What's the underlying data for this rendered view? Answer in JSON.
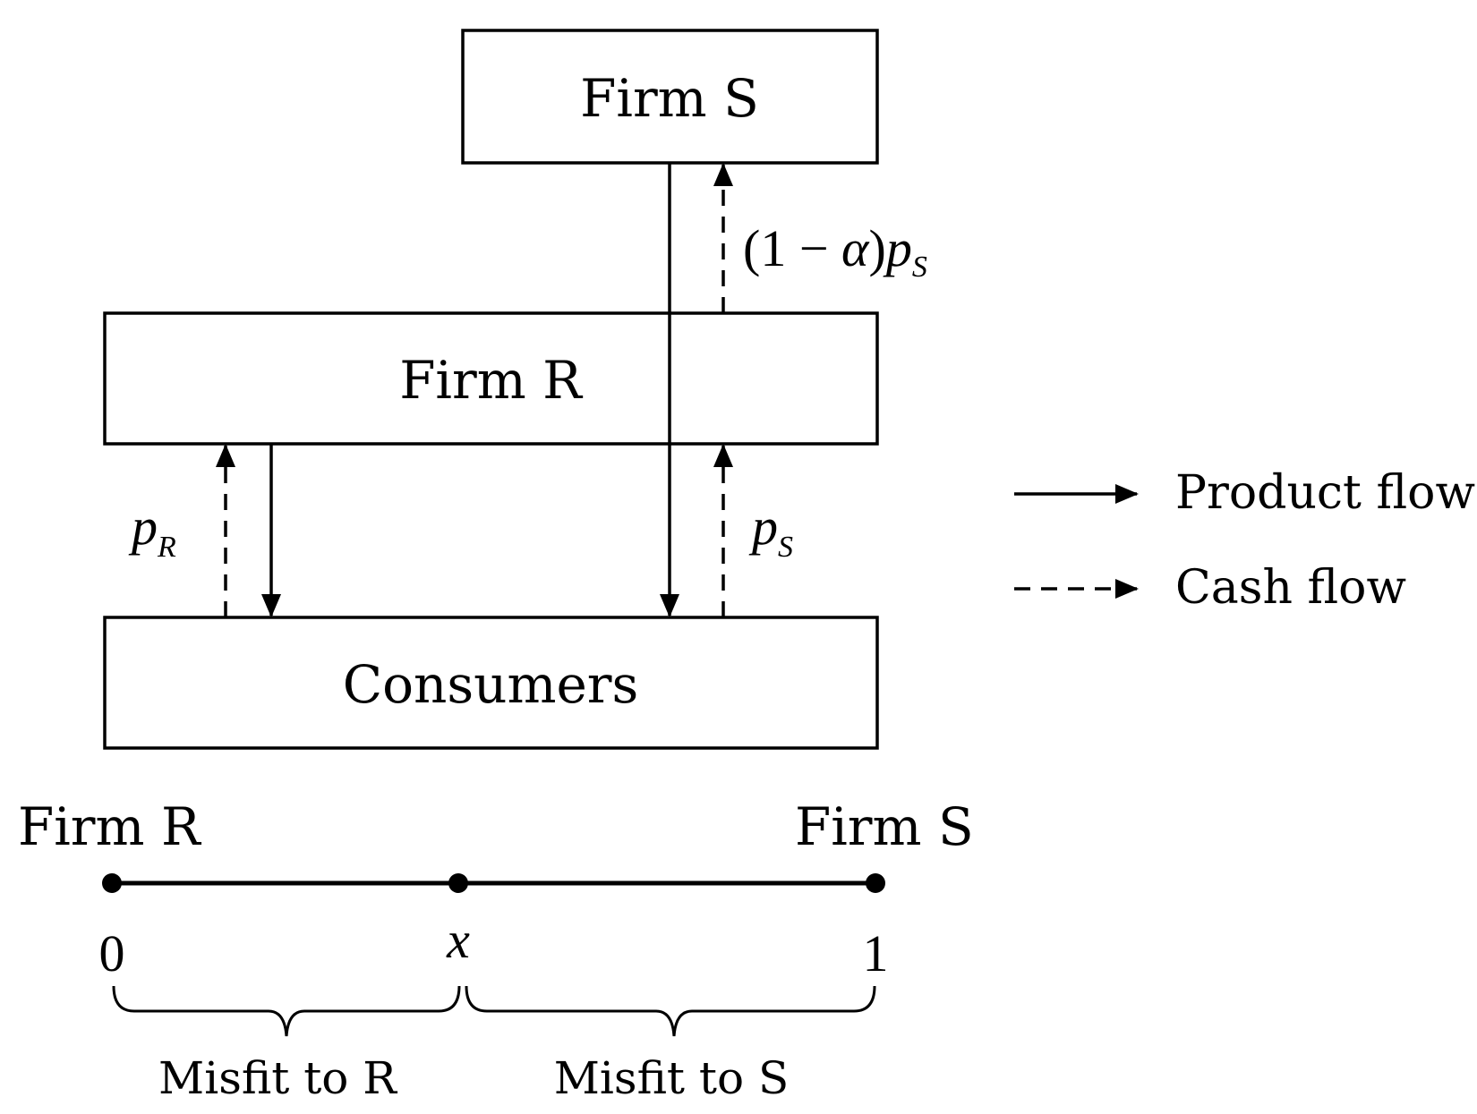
{
  "boxes": {
    "firm_s": "Firm S",
    "firm_r": "Firm R",
    "consumers": "Consumers"
  },
  "flow_labels": {
    "s_to_firm_s": {
      "prefix": "(1 − ",
      "alpha": "α",
      "close": ")",
      "p": "p",
      "sub": "S"
    },
    "consumer_to_r": {
      "p": "p",
      "sub": "R"
    },
    "consumer_to_s": {
      "p": "p",
      "sub": "S"
    }
  },
  "legend": {
    "product_flow": "Product flow",
    "cash_flow": "Cash flow"
  },
  "line": {
    "left_label": "Firm R",
    "right_label": "Firm S",
    "tick_0": "0",
    "tick_x": "x",
    "tick_1": "1",
    "brace_left": "Misfit to R",
    "brace_right": "Misfit to S"
  },
  "colors": {
    "ink": "#000000",
    "background": "#ffffff"
  }
}
